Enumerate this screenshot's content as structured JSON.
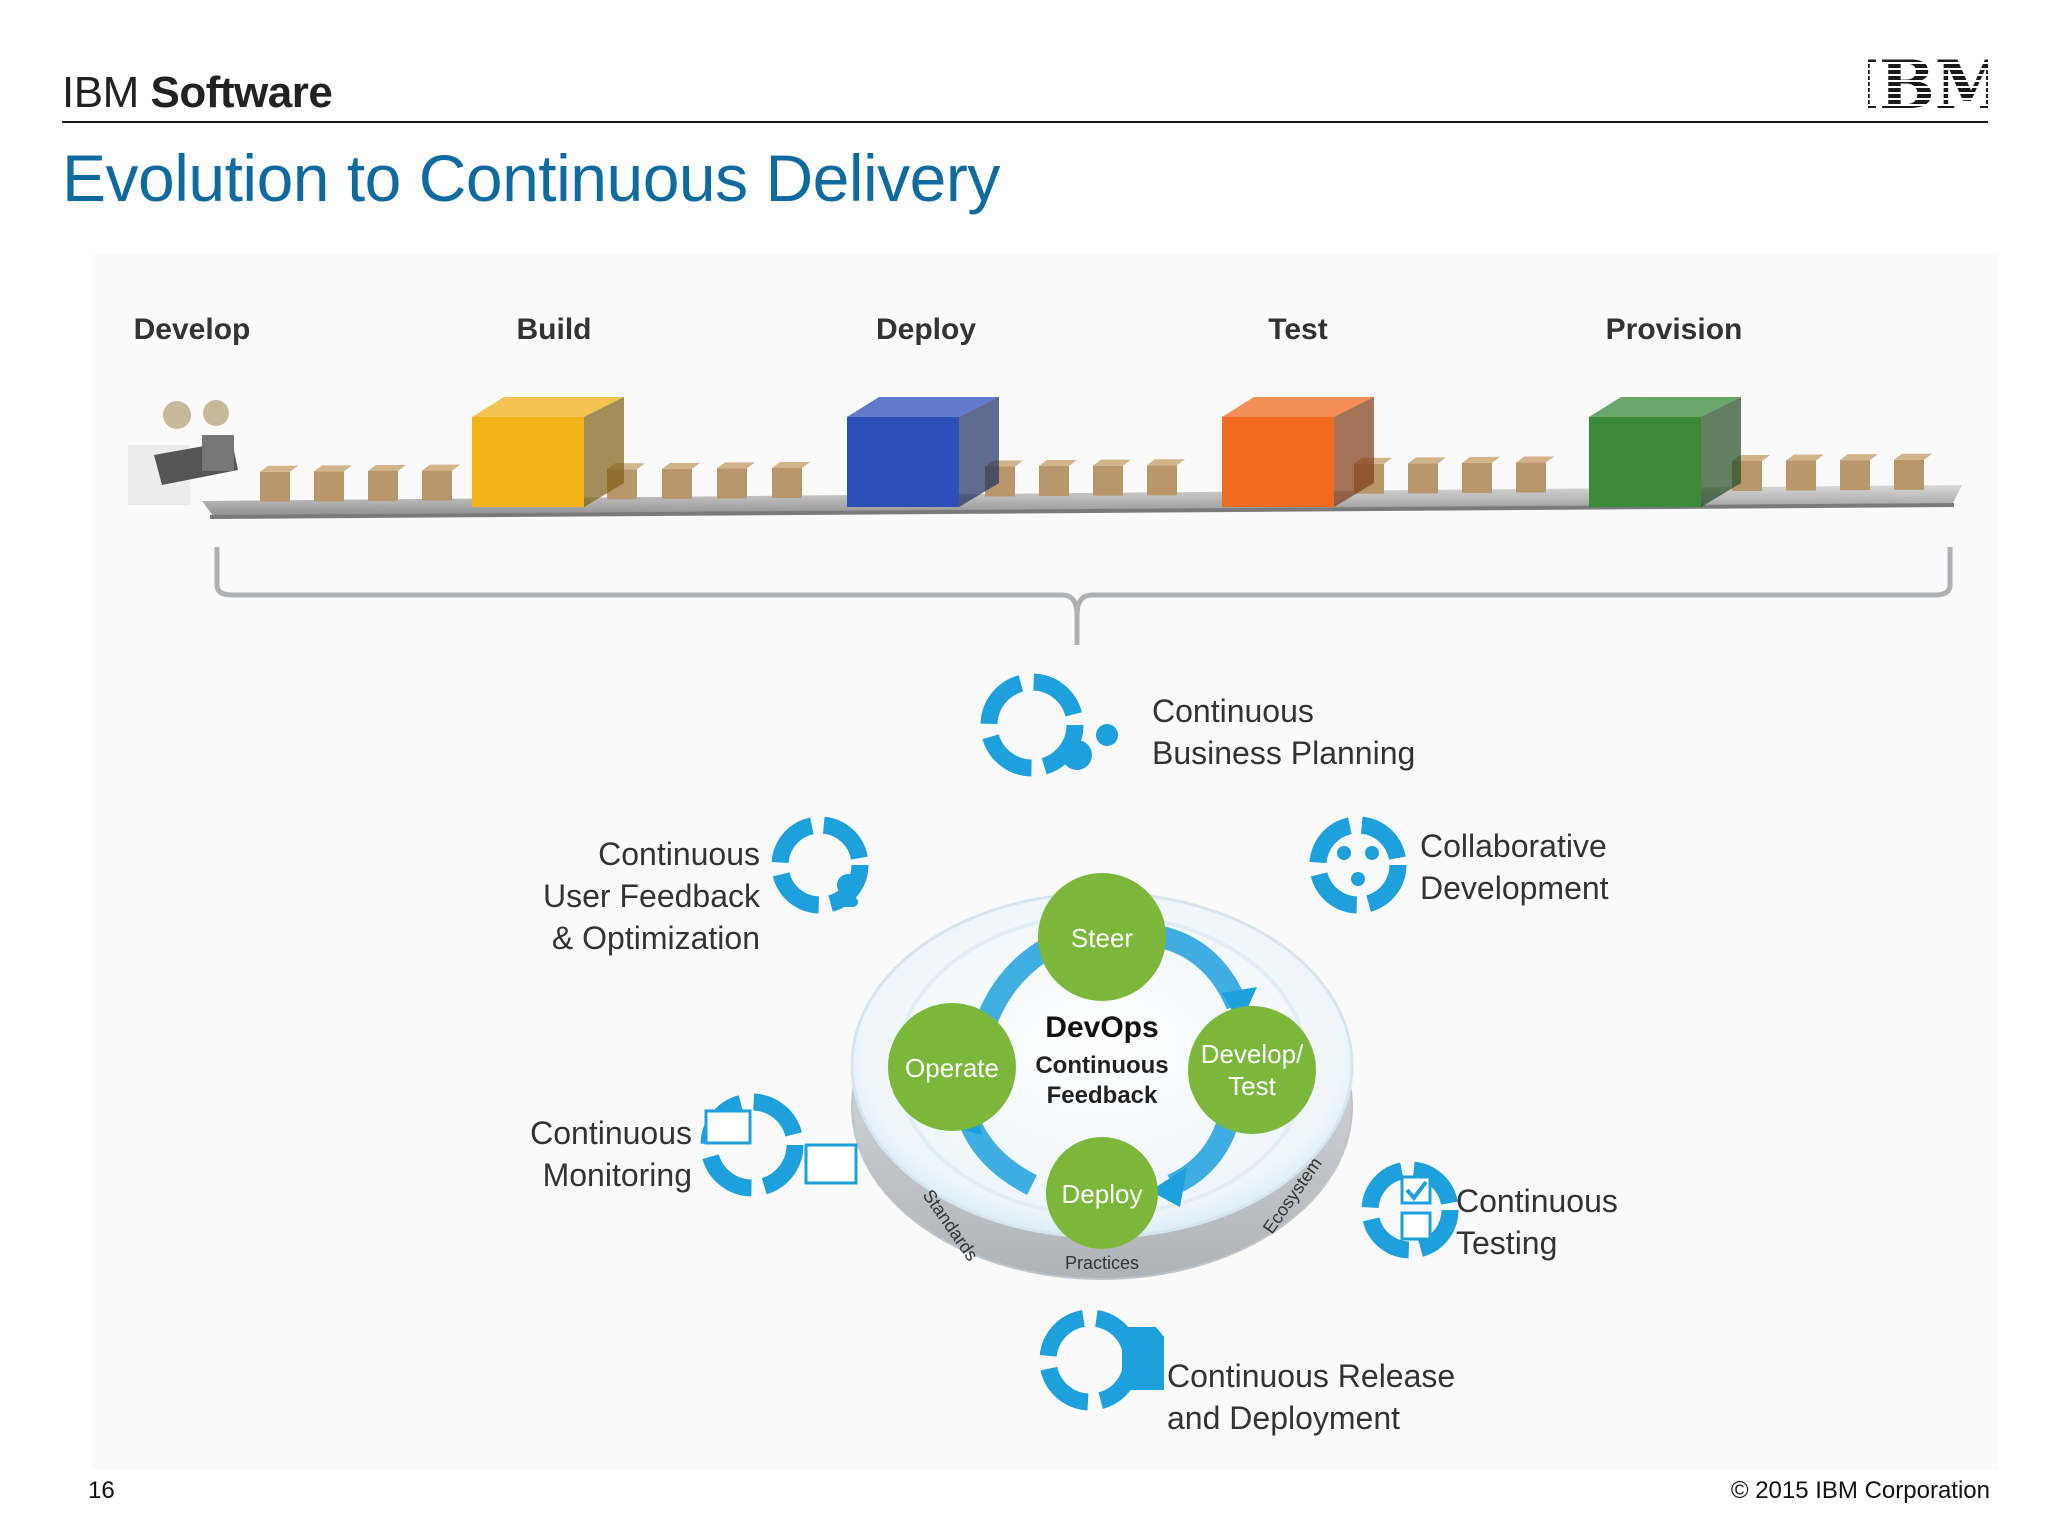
{
  "header": {
    "brand_prefix": "IBM",
    "brand_name": "Software",
    "logo_text": "IBM"
  },
  "title": "Evolution to Continuous Delivery",
  "pipeline": {
    "stages": [
      "Develop",
      "Build",
      "Deploy",
      "Test",
      "Provision"
    ],
    "colors": {
      "build": "#f2b21a",
      "deploy": "#2e4fb8",
      "test": "#f06a20",
      "provision": "#3a8a3a"
    }
  },
  "devops": {
    "center_title": "DevOps",
    "center_line1": "Continuous",
    "center_line2": "Feedback",
    "nodes": [
      "Steer",
      "Develop/",
      "Test",
      "Deploy",
      "Operate"
    ],
    "ring_labels": [
      "Standards",
      "Practices",
      "Ecosystem"
    ],
    "accent": "#1ea0dc",
    "node_color": "#7ab73a"
  },
  "practices": {
    "business_planning": [
      "Continuous",
      "Business Planning"
    ],
    "collaborative_dev": [
      "Collaborative",
      "Development"
    ],
    "user_feedback": [
      "Continuous",
      "User Feedback",
      "& Optimization"
    ],
    "monitoring": [
      "Continuous",
      "Monitoring"
    ],
    "testing": [
      "Continuous",
      "Testing"
    ],
    "release": [
      "Continuous Release",
      "and Deployment"
    ]
  },
  "footer": {
    "page_number": "16",
    "copyright": "© 2015 IBM Corporation"
  }
}
